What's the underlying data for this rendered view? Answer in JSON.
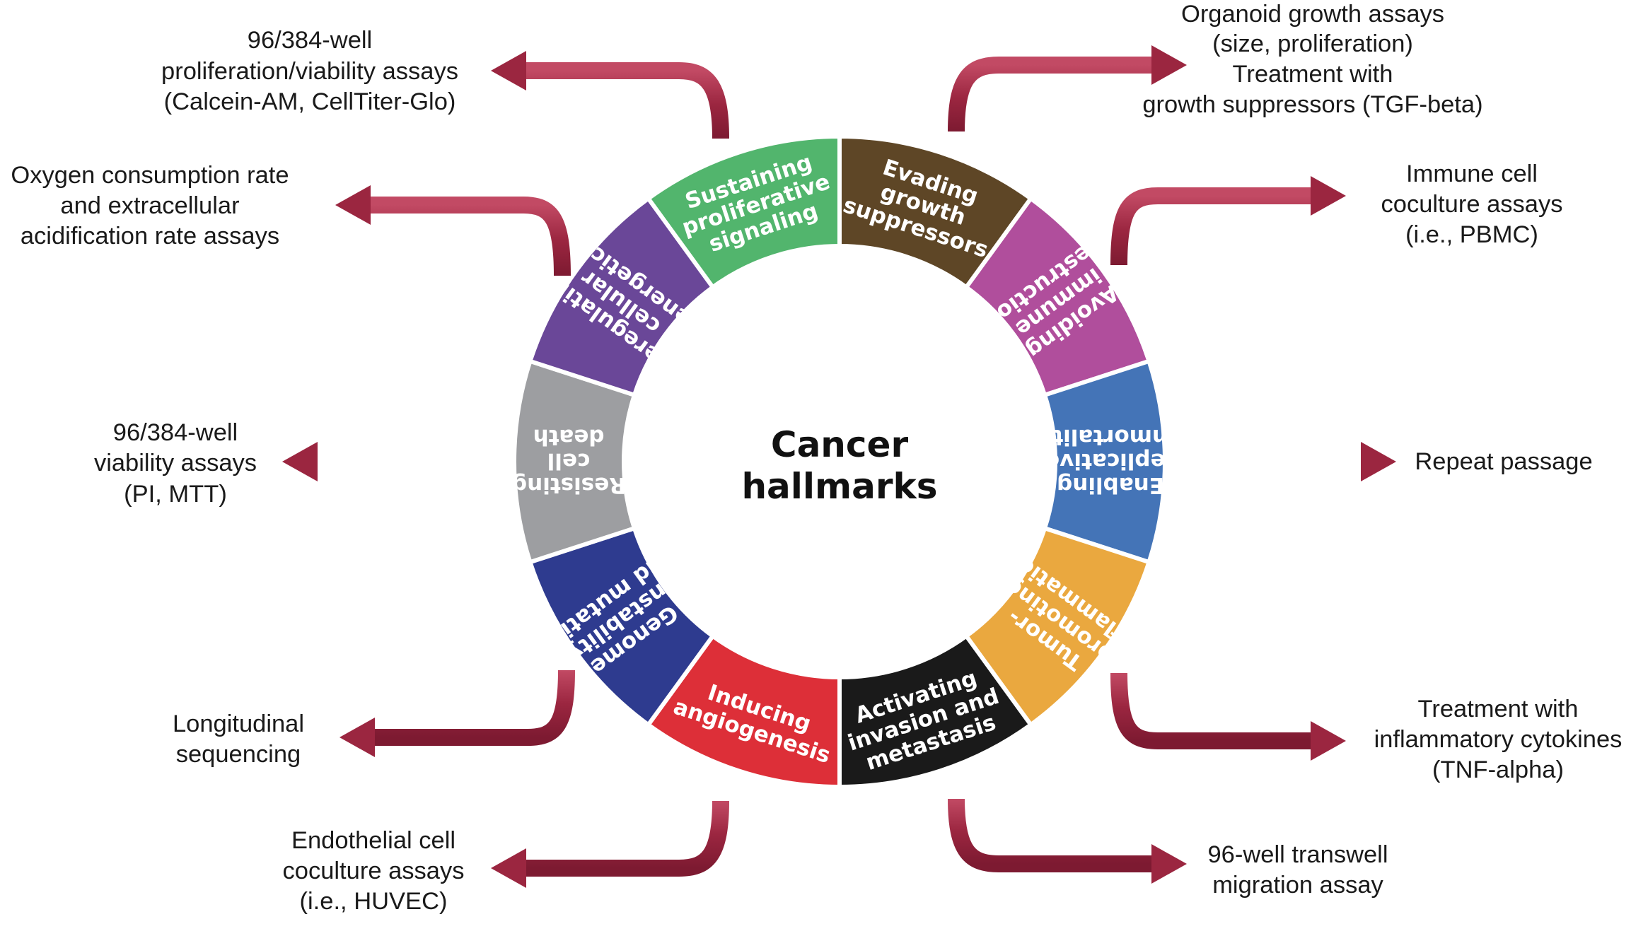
{
  "center_title": [
    "Cancer",
    "hallmarks"
  ],
  "colors": {
    "arrow": "#9b2640",
    "arrow_light": "#c24a64",
    "ring_gap": "#ffffff"
  },
  "hallmarks": [
    {
      "id": "sustaining",
      "lines": [
        "Sustaining",
        "proliferative",
        "signaling"
      ],
      "color": "#52b56d"
    },
    {
      "id": "evading",
      "lines": [
        "Evading",
        "growth",
        "suppressors"
      ],
      "color": "#5e4626"
    },
    {
      "id": "avoiding",
      "lines": [
        "Avoiding",
        "immune",
        "destruction"
      ],
      "color": "#b04e9c"
    },
    {
      "id": "enabling",
      "lines": [
        "Enabling",
        "replicative",
        "immortality"
      ],
      "color": "#4474b7"
    },
    {
      "id": "tumor",
      "lines": [
        "Tumor-",
        "promoting",
        "inflammation"
      ],
      "color": "#eaa83f"
    },
    {
      "id": "activating",
      "lines": [
        "Activating",
        "invasion and",
        "metastasis"
      ],
      "color": "#1a1a1a"
    },
    {
      "id": "inducing",
      "lines": [
        "Inducing",
        "angiogenesis"
      ],
      "color": "#dd2f38"
    },
    {
      "id": "genome",
      "lines": [
        "Genome",
        "instability",
        "and mutation"
      ],
      "color": "#2e3b8f"
    },
    {
      "id": "resisting",
      "lines": [
        "Resisting",
        "cell",
        "death"
      ],
      "color": "#9d9ea1"
    },
    {
      "id": "deregulating",
      "lines": [
        "Deregulating",
        "cellular",
        "energetics"
      ],
      "color": "#6a4798"
    }
  ],
  "assays": {
    "proliferation_viability": [
      "96/384-well",
      "proliferation/viability assays",
      "(Calcein-AM, CellTiter-Glo)"
    ],
    "oxygen": [
      "Oxygen consumption rate",
      "and extracellular",
      "acidification rate assays"
    ],
    "viability": [
      "96/384-well",
      "viability assays",
      "(PI, MTT)"
    ],
    "longitudinal": [
      "Longitudinal",
      "sequencing"
    ],
    "endothelial": [
      "Endothelial cell",
      "coculture assays",
      "(i.e., HUVEC)"
    ],
    "organoid": [
      "Organoid growth assays",
      "(size, proliferation)",
      "Treatment with",
      "growth suppressors (TGF-beta)"
    ],
    "immune": [
      "Immune cell",
      "coculture assays",
      "(i.e., PBMC)"
    ],
    "passage": [
      "Repeat passage"
    ],
    "inflammatory": [
      "Treatment with",
      "inflammatory cytokines",
      "(TNF-alpha)"
    ],
    "transwell": [
      "96-well transwell",
      "migration assay"
    ]
  }
}
